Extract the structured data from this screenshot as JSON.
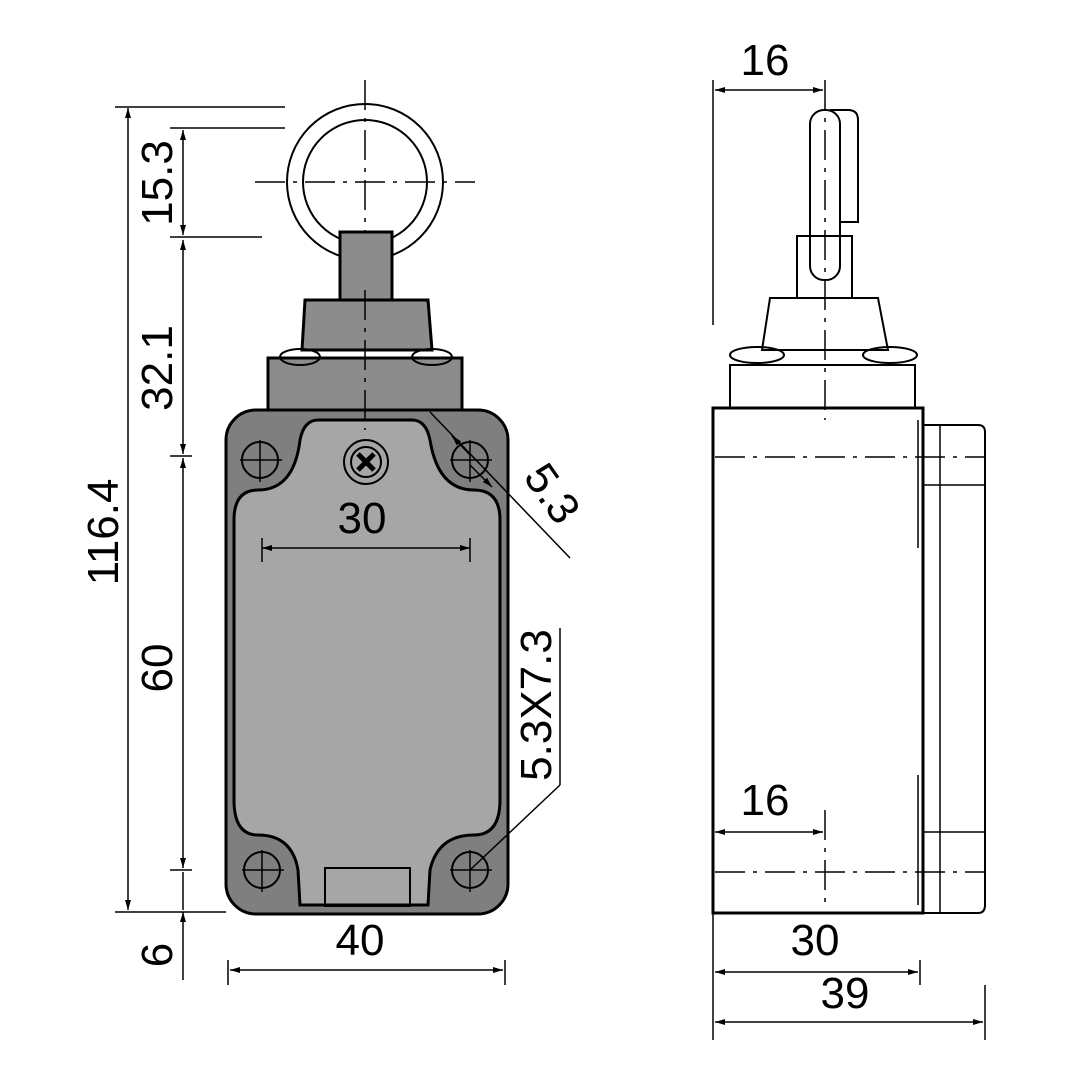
{
  "colors": {
    "outer_body": "#7f7f7f",
    "cover": "#a6a6a6",
    "actuator": "#8c8c8c",
    "line": "#000000",
    "background": "#ffffff"
  },
  "front_view": {
    "dim_total_height": "116.4",
    "dim_ring": "15.3",
    "dim_head": "32.1",
    "dim_body": "60",
    "dim_base": "6",
    "dim_width": "40",
    "dim_hole_spacing": "30",
    "dim_hole": "5.3",
    "dim_slot": "5.3X7.3"
  },
  "side_view": {
    "dim_top": "16",
    "dim_mid": "16",
    "dim_30": "30",
    "dim_39": "39"
  }
}
